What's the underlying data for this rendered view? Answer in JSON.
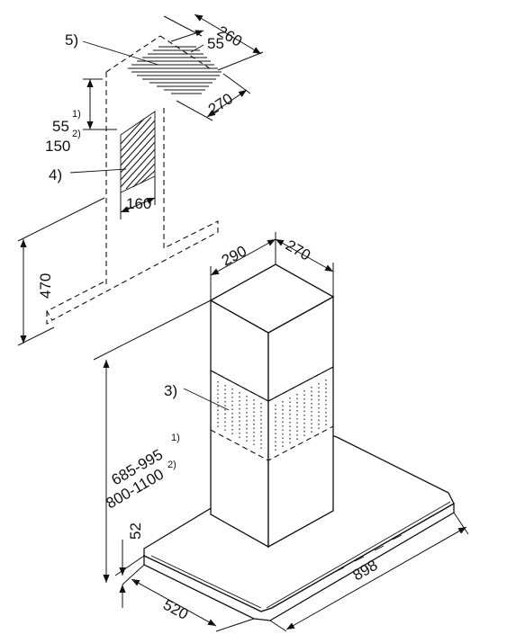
{
  "callouts": {
    "c5": "5)",
    "c4": "4)",
    "c3": "3)"
  },
  "dimensions": {
    "d260": "260",
    "d55_top": "55",
    "d270_top": "270",
    "d55_side": "55",
    "d55_side_note": "1)",
    "d150_side": "150",
    "d150_side_note": "2)",
    "d160": "160",
    "d470": "470",
    "d290": "290",
    "d270_chimney": "270",
    "d685": "685-995",
    "d685_note": "1)",
    "d800": "800-1100",
    "d800_note": "2)",
    "d52": "52",
    "d520": "520",
    "d898": "898"
  }
}
